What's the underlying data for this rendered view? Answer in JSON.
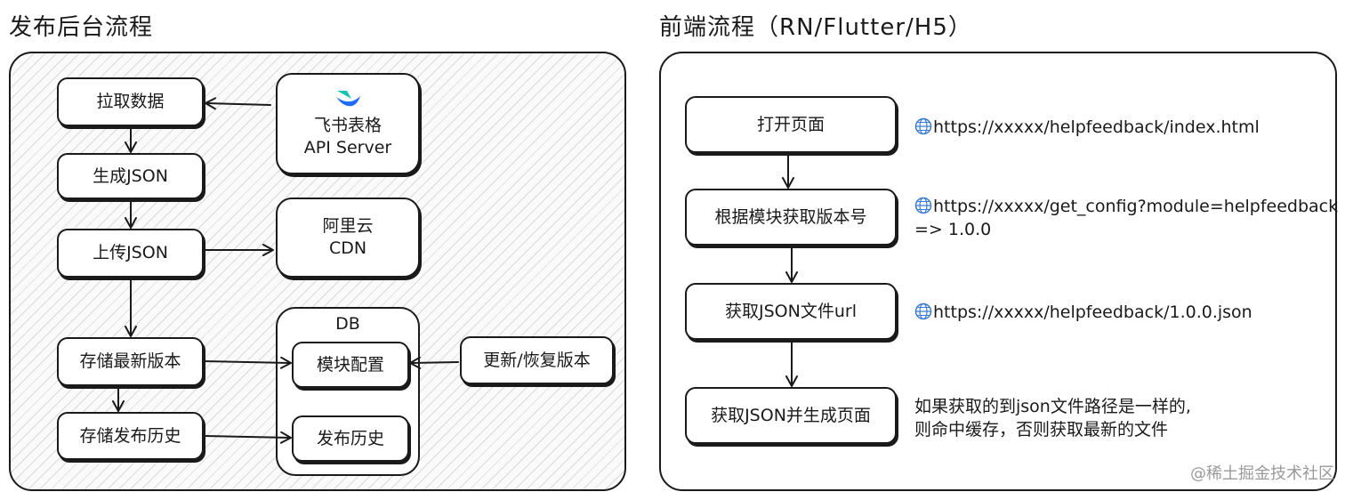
{
  "left": {
    "title": "发布后台流程",
    "steps": {
      "fetch": "拉取数据",
      "generate": "生成JSON",
      "upload": "上传JSON",
      "store_latest": "存储最新版本",
      "store_history": "存储发布历史"
    },
    "feishu": {
      "line1": "飞书表格",
      "line2": "API Server"
    },
    "aliyun": {
      "line1": "阿里云",
      "line2": "CDN"
    },
    "db": {
      "title": "DB",
      "module_config": "模块配置",
      "publish_history": "发布历史"
    },
    "update_restore": "更新/恢复版本"
  },
  "right": {
    "title": "前端流程（RN/Flutter/H5）",
    "steps": {
      "open_page": "打开页面",
      "get_version": "根据模块获取版本号",
      "get_json_url": "获取JSON文件url",
      "get_json_generate": "获取JSON并生成页面"
    },
    "notes": {
      "open_url": "https://xxxxx/helpfeedback/index.html",
      "config_url": "https://xxxxx/get_config?module=helpfeedback",
      "config_result": "=> 1.0.0",
      "json_url": "https://xxxxx/helpfeedback/1.0.0.json",
      "cache_line1": "如果获取的到json文件路径是一样的,",
      "cache_line2": "则命中缓存，否则获取最新的文件"
    }
  },
  "watermark": "@稀土掘金技术社区",
  "colors": {
    "stroke": "#1a1a1a",
    "logo_blue": "#1f6bff",
    "logo_teal": "#19c3b0",
    "globe": "#3a7bd5"
  }
}
